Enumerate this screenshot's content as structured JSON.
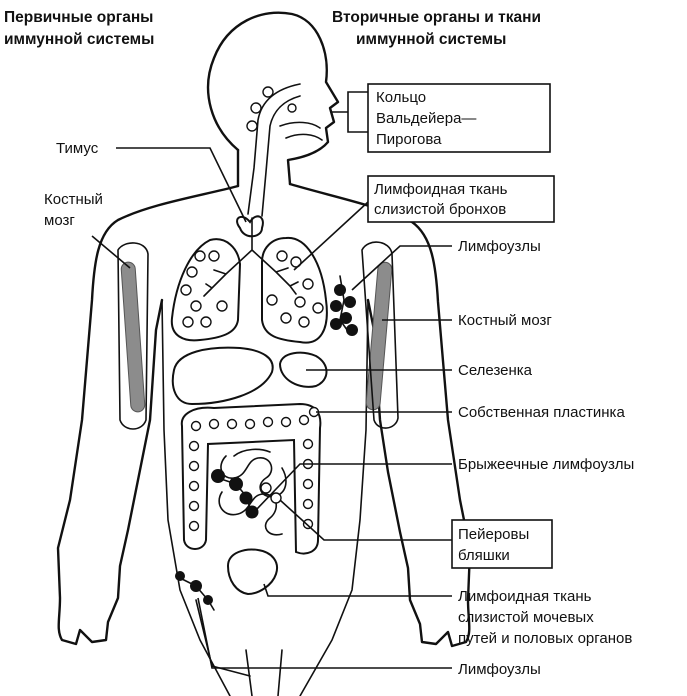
{
  "headers": {
    "primary": [
      "Первичные органы",
      "иммунной системы"
    ],
    "secondary": [
      "Вторичные органы и ткани",
      "иммунной системы"
    ]
  },
  "labels": {
    "thymus": "Тимус",
    "bone_marrow_left": [
      "Костный",
      "мозг"
    ],
    "waldeyer_ring": [
      "Кольцо",
      "Вальдейера—",
      "Пирогова"
    ],
    "bronchial_tissue": [
      "Лимфоидная ткань",
      "слизистой бронхов"
    ],
    "lymph_nodes_upper": "Лимфоузлы",
    "bone_marrow_right": "Костный мозг",
    "spleen": "Селезенка",
    "lamina_propria": "Собственная пластинка",
    "mesenteric_nodes": "Брыжеечные лимфоузлы",
    "peyer_patches": [
      "Пейеровы",
      "бляшки"
    ],
    "urogenital_tissue": [
      "Лимфоидная ткань",
      "слизистой мочевых",
      "путей и половых органов"
    ],
    "lymph_nodes_lower": "Лимфоузлы"
  },
  "colors": {
    "ink": "#111111",
    "marrow": "#8c8c8c",
    "background": "#ffffff"
  }
}
